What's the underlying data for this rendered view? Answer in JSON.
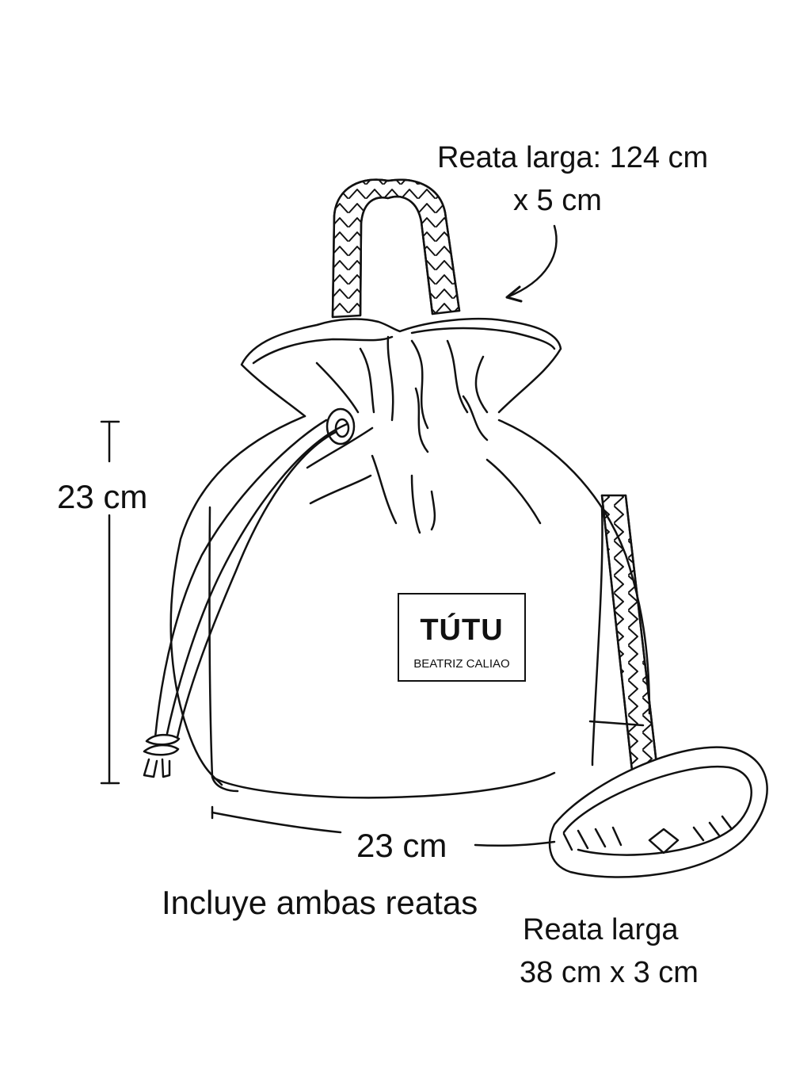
{
  "labels": {
    "long_strap_title": "Reata larga: 124 cm",
    "long_strap_width": "x 5 cm",
    "height": "23 cm",
    "width": "23 cm",
    "includes": "Incluye ambas reatas",
    "short_strap_title": "Reata larga",
    "short_strap_size": "38 cm x 3 cm"
  },
  "brand": {
    "name": "TÚTU",
    "subtitle": "BEATRIZ CALIAO"
  },
  "colors": {
    "line": "#111111",
    "background": "#ffffff"
  }
}
